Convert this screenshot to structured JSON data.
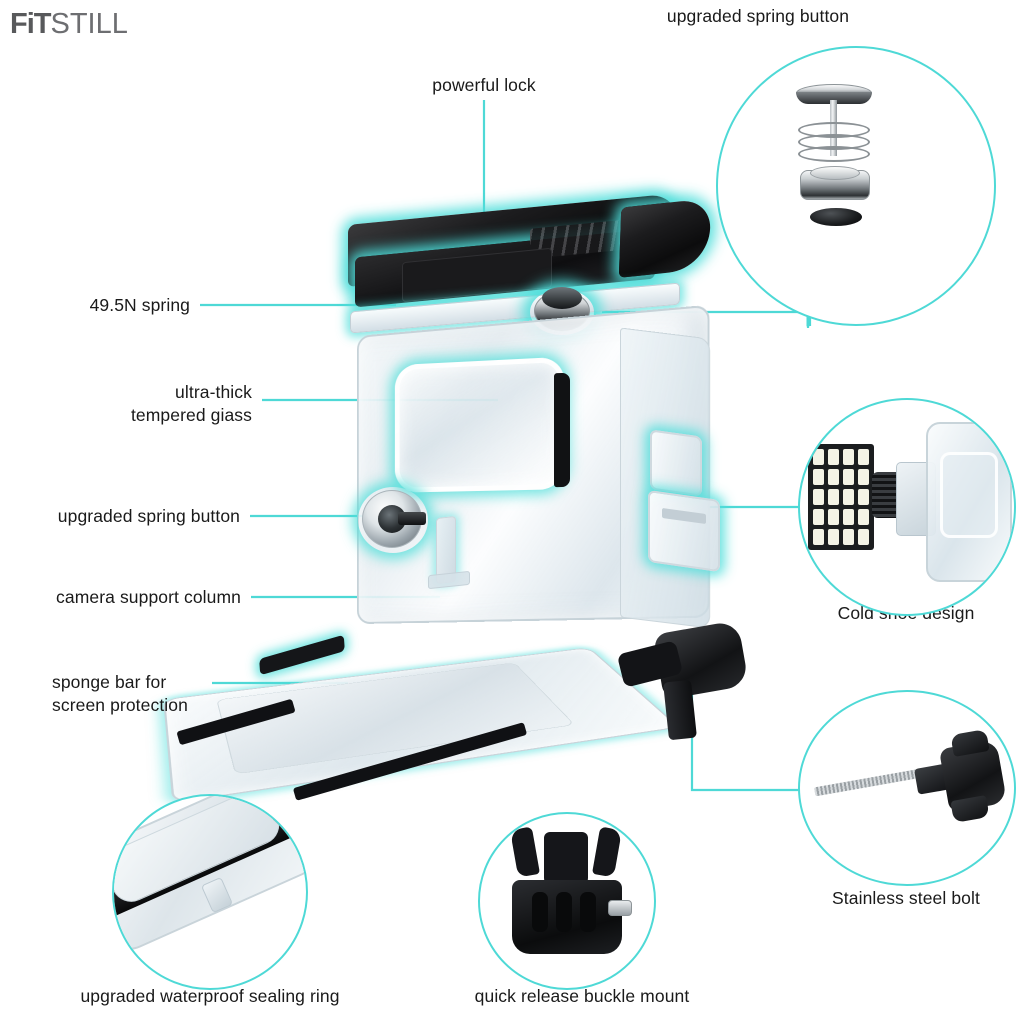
{
  "brand": {
    "name_bold": "FiT",
    "name_light": "STILL",
    "accent_color": "#4ed9d6",
    "text_color": "#1a1a1a"
  },
  "product": {
    "description": "Waterproof action camera housing case exploded feature diagram"
  },
  "callouts": [
    {
      "id": "upgraded-spring-button-top",
      "label": "upgraded spring button",
      "position": "top-right",
      "has_inset": true,
      "inset_contents": "exploded spring button: cap, shaft, coil spring, base cylinder, o-ring"
    },
    {
      "id": "powerful-lock",
      "label": "powerful lock",
      "position": "top-center",
      "has_inset": false
    },
    {
      "id": "spring-49-5n",
      "label": "49.5N spring",
      "position": "left",
      "has_inset": false
    },
    {
      "id": "ultra-thick-tempered-glass",
      "label": "ultra-thick\ntempered giass",
      "line1": "ultra-thick",
      "line2": "tempered giass",
      "position": "left",
      "has_inset": false
    },
    {
      "id": "upgraded-spring-button-side",
      "label": "upgraded spring button",
      "position": "left",
      "has_inset": false
    },
    {
      "id": "camera-support-column",
      "label": "camera support column",
      "position": "left",
      "has_inset": false
    },
    {
      "id": "sponge-bar",
      "label": "sponge bar for\nscreen protection",
      "line1": "sponge bar for",
      "line2": "screen protection",
      "position": "left",
      "has_inset": false
    },
    {
      "id": "cold-shoe-design",
      "label": "Cold shoe design",
      "position": "right",
      "has_inset": true,
      "inset_contents": "cold shoe mount rail with LED light panel attached"
    },
    {
      "id": "stainless-steel-bolt",
      "label": "Stainless steel bolt",
      "position": "right",
      "has_inset": true,
      "inset_contents": "long threaded stainless steel thumbscrew bolt"
    },
    {
      "id": "upgraded-waterproof-sealing-ring",
      "label": "upgraded waterproof sealing ring",
      "position": "bottom-left",
      "has_inset": true,
      "inset_contents": "close-up of case edge showing black rubber sealing ring"
    },
    {
      "id": "quick-release-buckle-mount",
      "label": "quick release buckle mount",
      "position": "bottom-center",
      "has_inset": true,
      "inset_contents": "black plastic quick release buckle mount"
    }
  ]
}
